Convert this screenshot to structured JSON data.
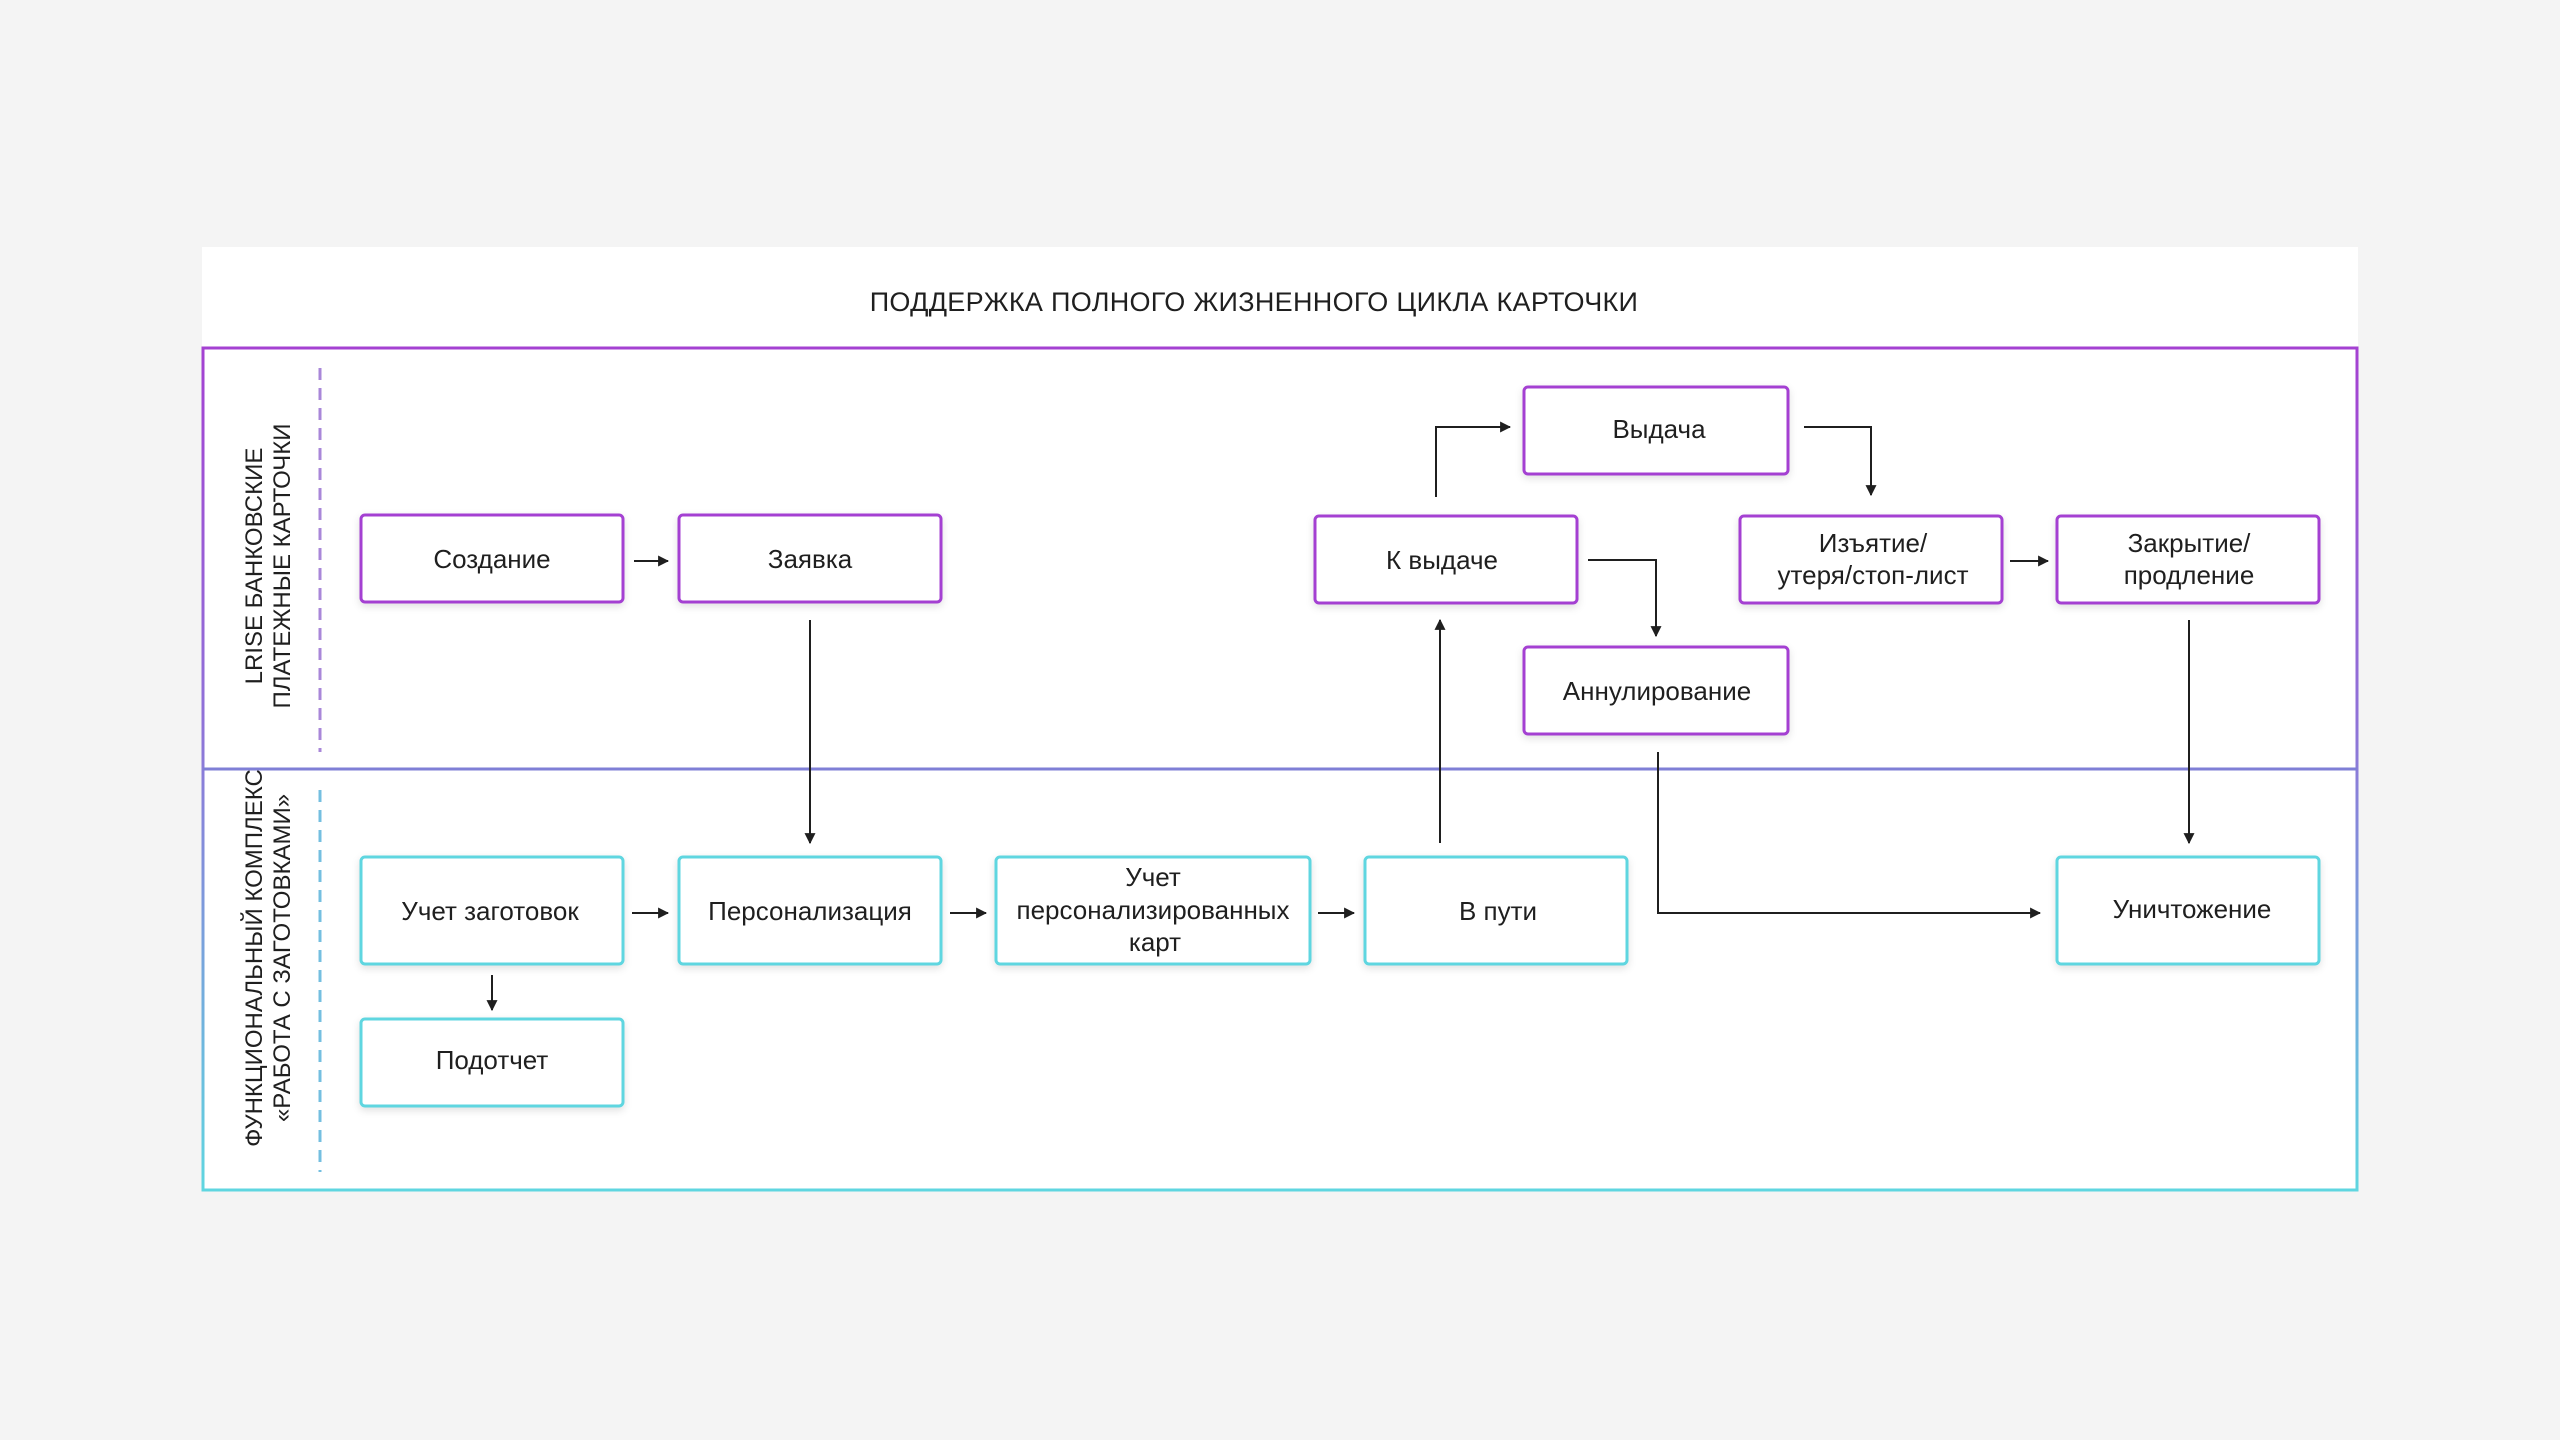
{
  "title": "ПОДДЕРЖКА ПОЛНОГО ЖИЗНЕННОГО ЦИКЛА КАРТОЧКИ",
  "colors": {
    "background": "#f4f4f4",
    "panel": "#ffffff",
    "purple": "#a441d2",
    "cyan": "#5fd6e0",
    "divider": "#7f7fd6",
    "arrow": "#1f1f1f"
  },
  "lanes": {
    "top": {
      "line1": "LRISE БАНКОВСКИЕ",
      "line2": "ПЛАТЕЖНЫЕ КАРТОЧКИ"
    },
    "bottom": {
      "line1": "ФУНКЦИОНАЛЬНЫЙ КОМПЛЕКС",
      "line2": "«РАБОТА С ЗАГОТОВКАМИ»"
    }
  },
  "nodes": {
    "sozdanie": "Создание",
    "zayavka": "Заявка",
    "k_vydache": "К выдаче",
    "vydacha": "Выдача",
    "izyatie_1": "Изъятие/",
    "izyatie_2": "утеря/стоп-лист",
    "zakrytie_1": "Закрытие/",
    "zakrytie_2": "продление",
    "annulirovanie": "Аннулирование",
    "uchet_zagotovok": "Учет заготовок",
    "personalizaciya": "Персонализация",
    "uchet_pers_1": "Учет",
    "uchet_pers_2": "персонализированных",
    "uchet_pers_3": "карт",
    "v_puti": "В пути",
    "unichtozhenie": "Уничтожение",
    "podotchet": "Подотчет"
  }
}
